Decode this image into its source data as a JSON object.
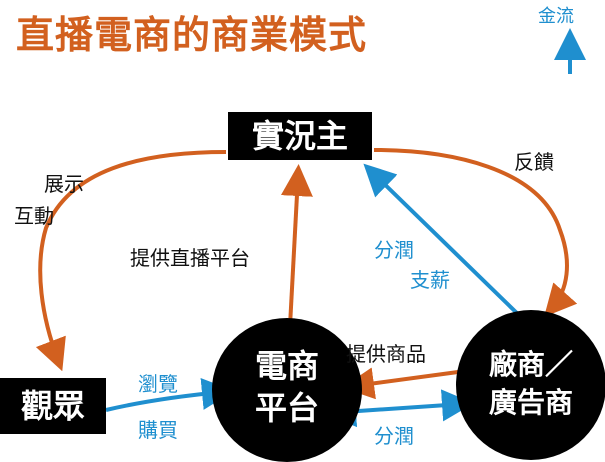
{
  "title": "直播電商的商業模式",
  "legend": {
    "label": "金流",
    "color": "#1f8fcf"
  },
  "colors": {
    "product_flow": "#d2601f",
    "money_flow": "#1f8fcf"
  },
  "nodes": {
    "host": "實況主",
    "viewers": "觀眾",
    "platform": {
      "line1": "電商",
      "line2": "平台"
    },
    "vendor": {
      "line1": "廠商／",
      "line2": "廣告商"
    }
  },
  "labels": {
    "show": "展示",
    "interact": "互動",
    "feedback": "反饋",
    "provide_platform": "提供直播平台",
    "share1": "分潤",
    "salary": "支薪",
    "provide_goods": "提供商品",
    "browse": "瀏覽",
    "buy": "購買",
    "share2": "分潤"
  }
}
